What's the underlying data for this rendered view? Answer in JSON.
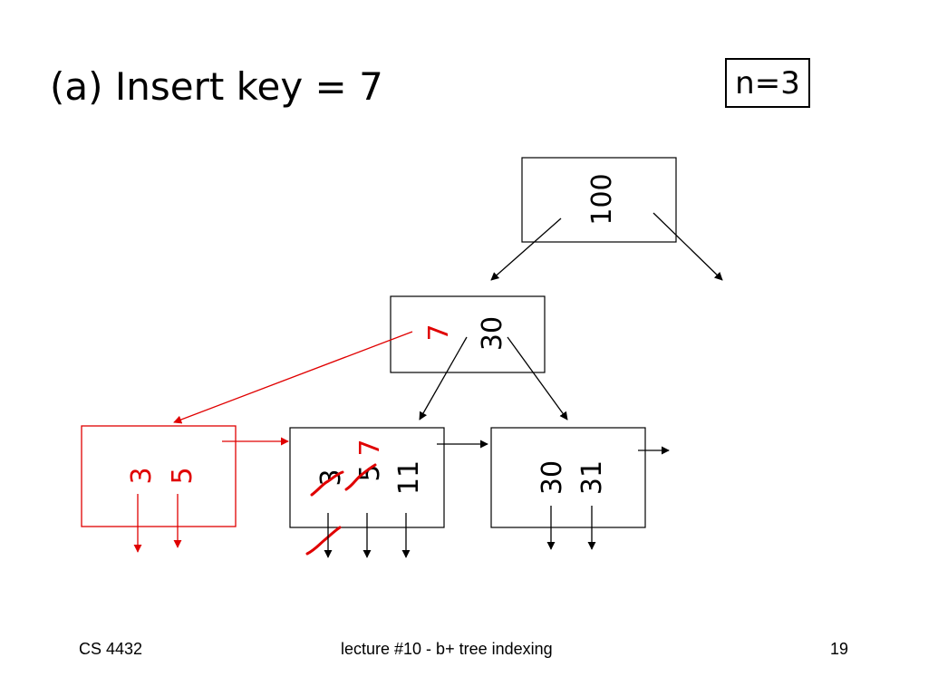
{
  "title": "(a) Insert key = 7",
  "order_label": "n=3",
  "root_node": {
    "keys": [
      "100"
    ]
  },
  "internal_node": {
    "keys": [
      "7",
      "30"
    ],
    "new_key_color": "#e00000"
  },
  "leaves": {
    "new_leaf": {
      "keys": [
        "3",
        "5"
      ],
      "color": "#e00000"
    },
    "leaf_b": {
      "keys": [
        "3",
        "5",
        "7",
        "11"
      ],
      "struck_keys": [
        "3",
        "5"
      ],
      "inserted_key": "7"
    },
    "leaf_c": {
      "keys": [
        "30",
        "31"
      ]
    }
  },
  "colors": {
    "ink": "#000000",
    "edit": "#e00000"
  },
  "footer": {
    "course": "CS 4432",
    "lecture": "lecture #10 -  b+ tree indexing",
    "page": "19"
  }
}
